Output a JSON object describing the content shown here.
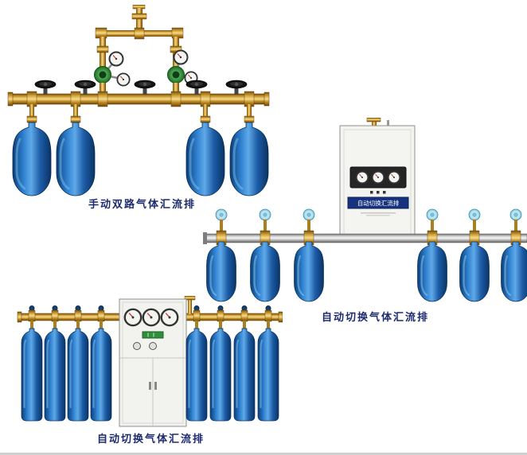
{
  "products": [
    {
      "id": "manual-dual-row-manifold",
      "caption": "手动双路气体汇流排",
      "cylinder_count": 4
    },
    {
      "id": "auto-switch-manifold-six",
      "caption": "自动切换气体汇流排",
      "cabinet_label": "自动切换汇流排",
      "cylinder_count": 6
    },
    {
      "id": "auto-switch-manifold-eight",
      "caption": "自动切换气体汇流排",
      "cylinder_count": 8
    }
  ],
  "colors": {
    "caption_text": "#1c2b6e",
    "brass": "#c99433",
    "cylinder_blue": "#2f80cf",
    "cylinder_cap_cyan": "#b8e2f0",
    "cabinet_band_blue": "#17327e",
    "aluminum_pipe": "#d9d9d9",
    "background": "#ffffff"
  }
}
